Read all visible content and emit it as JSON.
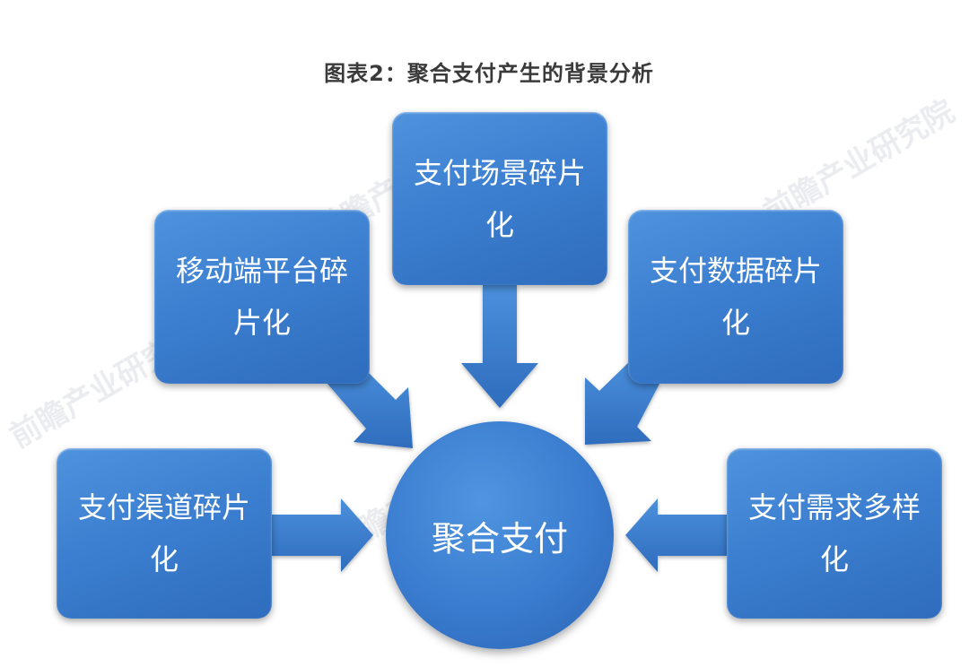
{
  "title": "图表2：聚合支付产生的背景分析",
  "center": "聚合支付",
  "nodes": {
    "top": "支付场景碎片化",
    "upper_left": "移动端平台碎片化",
    "upper_right": "支付数据碎片化",
    "lower_left": "支付渠道碎片化",
    "lower_right": "支付需求多样化"
  },
  "colors": {
    "box_fill": "#3c7fd0",
    "arrow_fill": "#3a7ed0",
    "text": "#ffffff",
    "title": "#3a3a3a"
  },
  "watermark": "前瞻产业研究院"
}
